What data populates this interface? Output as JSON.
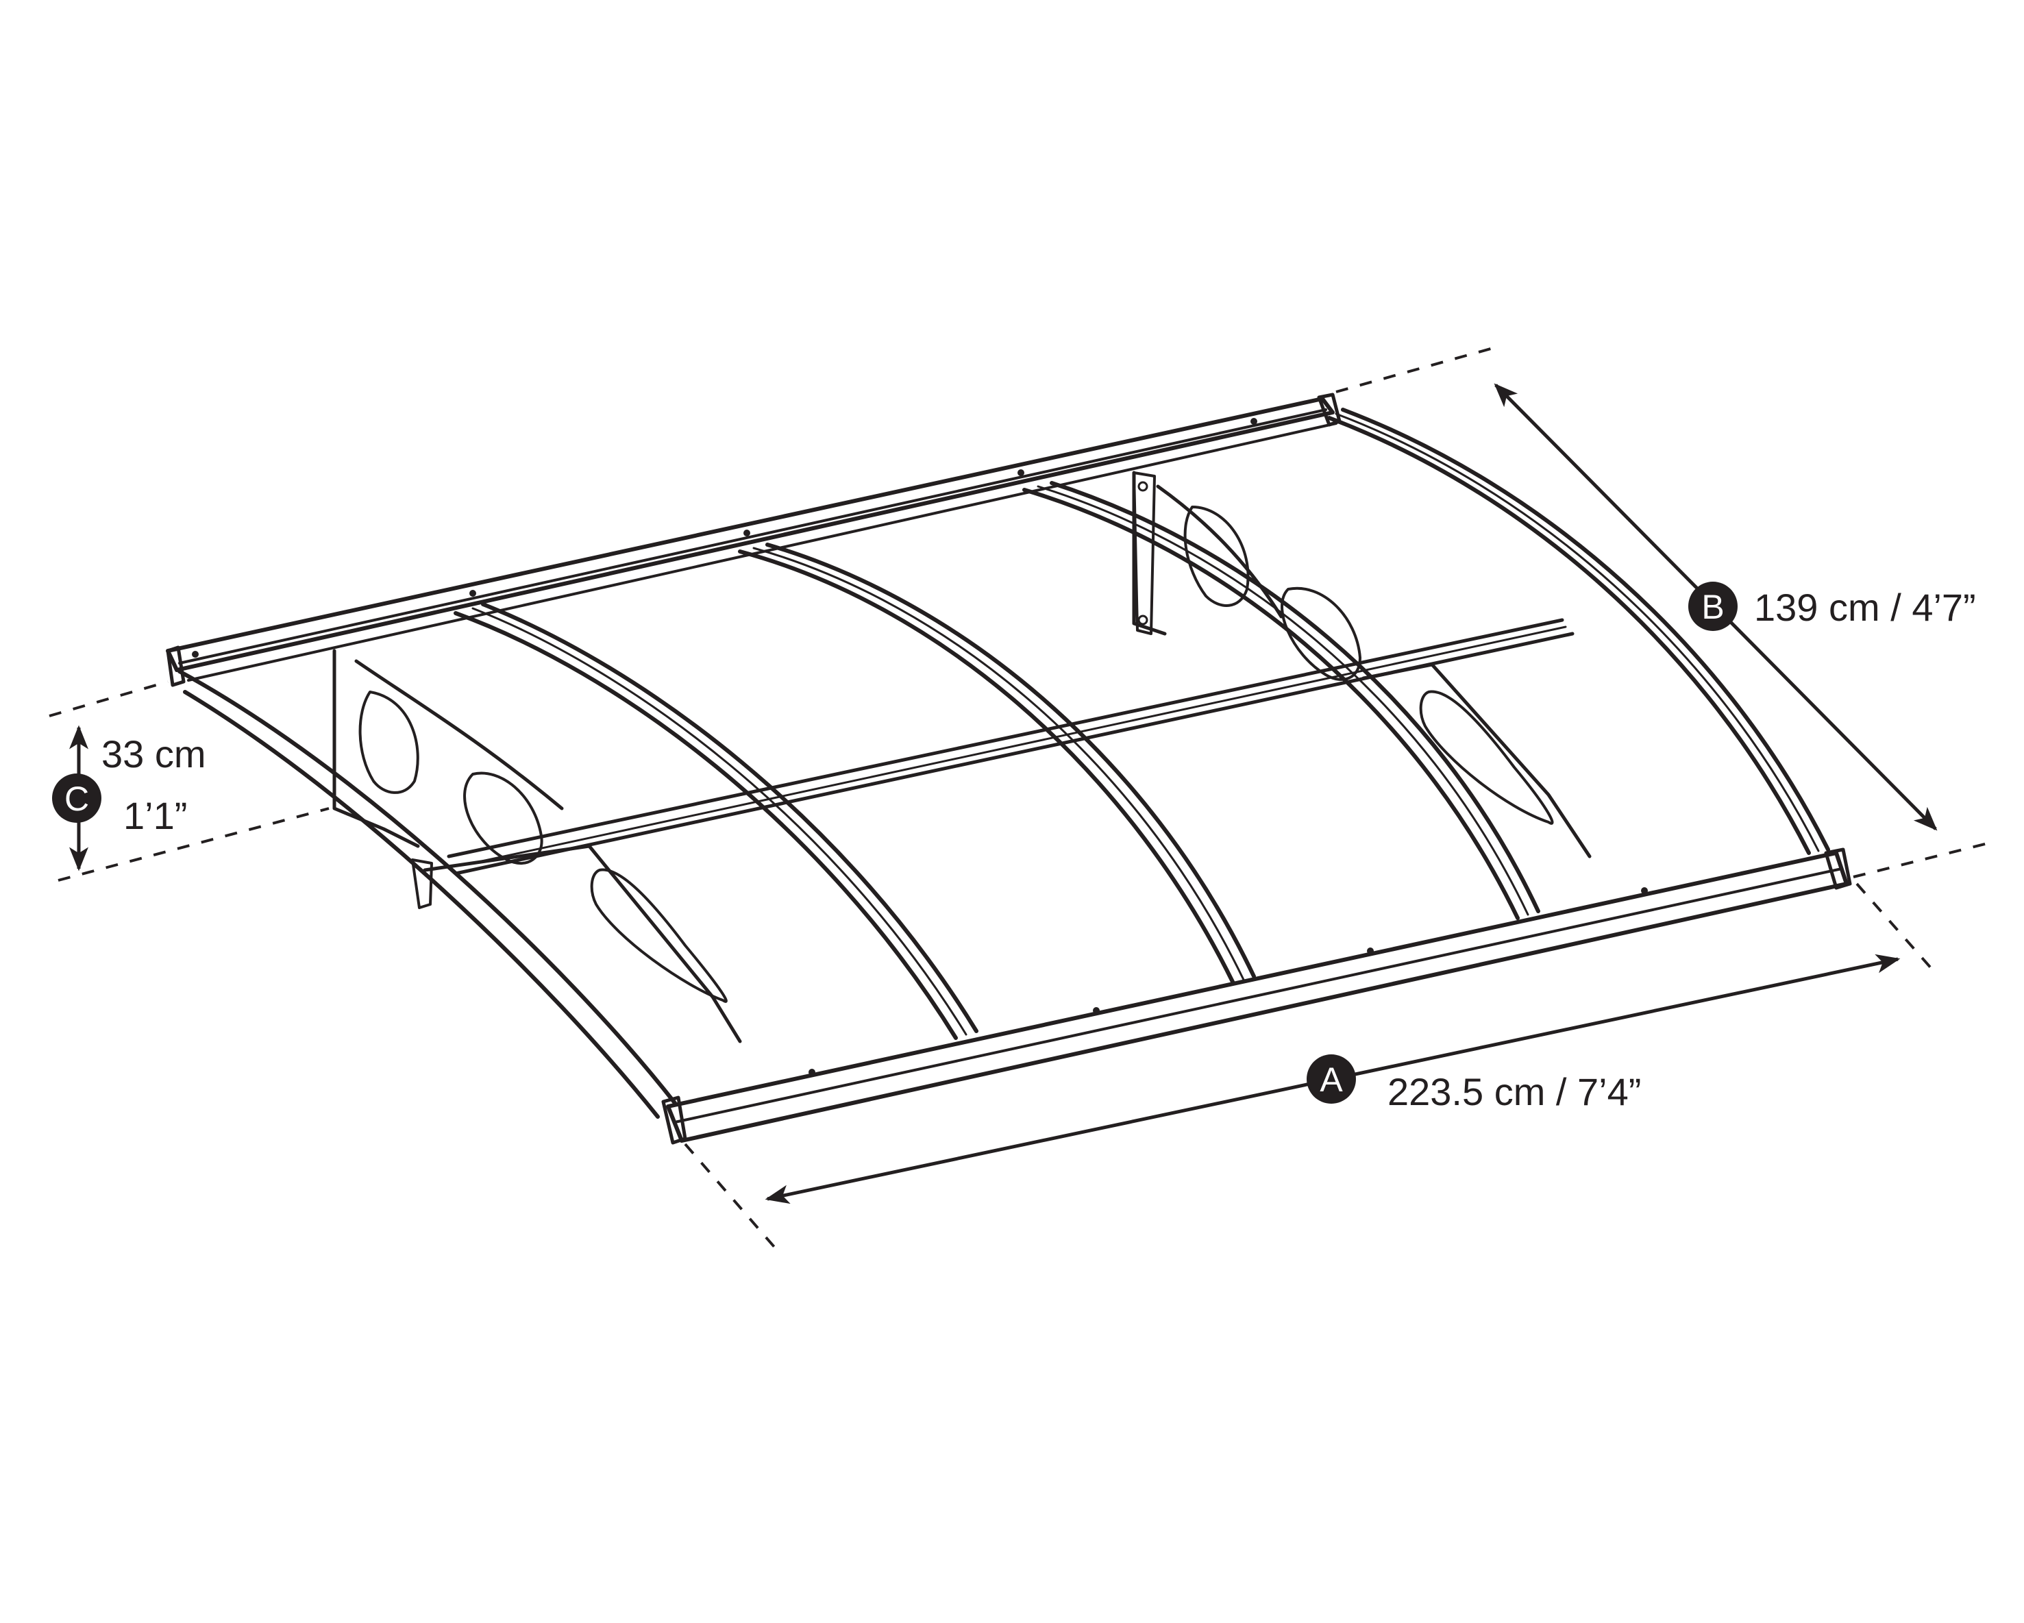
{
  "dimensions": {
    "a": {
      "badge": "A",
      "label": "223.5 cm / 7’4”"
    },
    "b": {
      "badge": "B",
      "label": "139 cm / 4’7”"
    },
    "c": {
      "badge": "C",
      "label_cm": "33 cm",
      "label_imperial": "1’1”"
    }
  },
  "colors": {
    "ink": "#231f20",
    "background": "#ffffff"
  }
}
